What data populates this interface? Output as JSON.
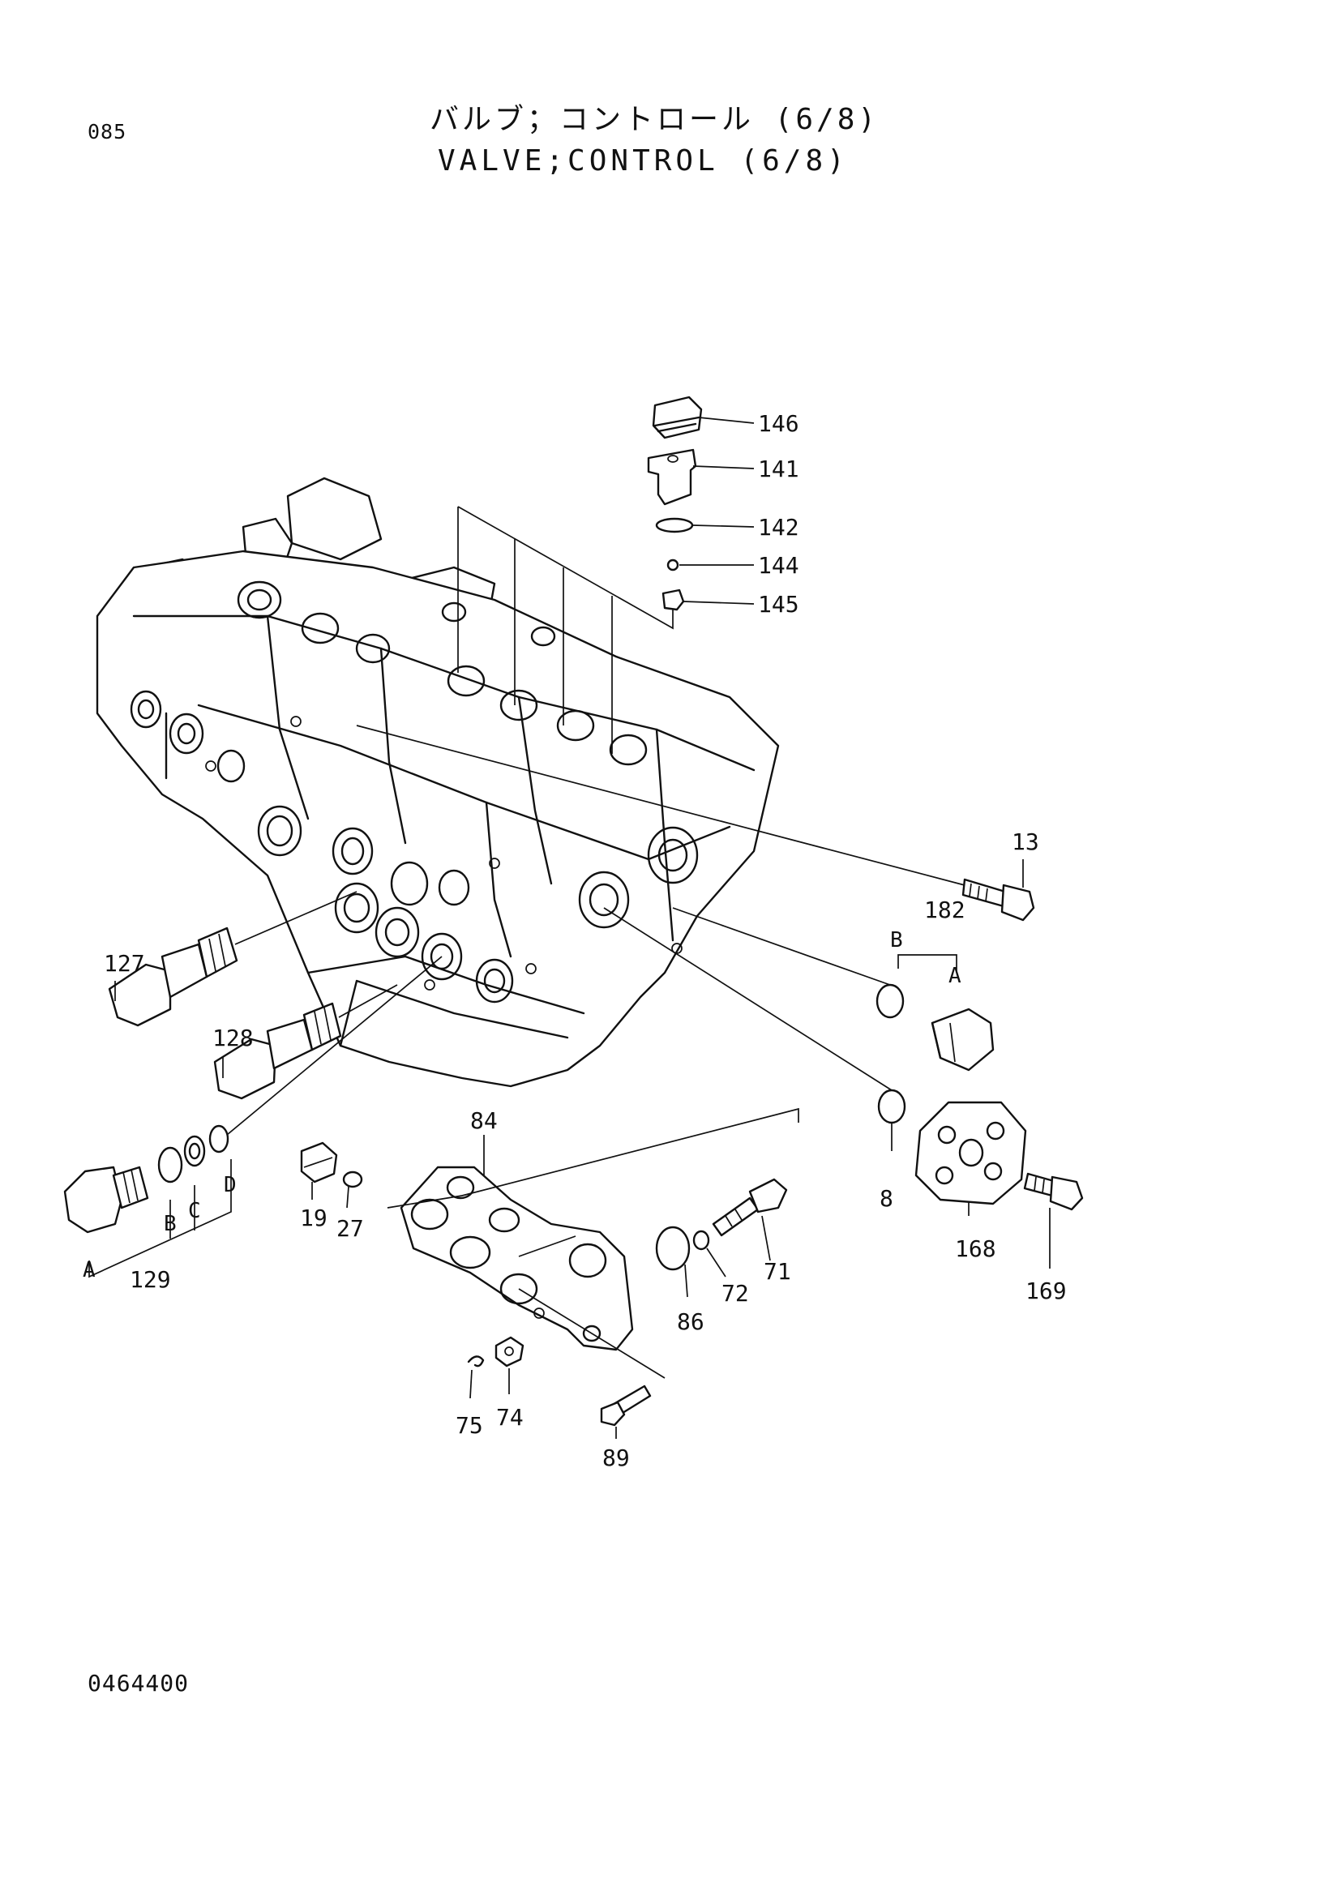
{
  "header": {
    "page_code": "085",
    "title_jp": "バルブ；コントロール (6/8)",
    "title_en": "VALVE;CONTROL (6/8)"
  },
  "footer": {
    "drawing_number": "0464400"
  },
  "callouts": {
    "p146": "146",
    "p141": "141",
    "p142": "142",
    "p144": "144",
    "p145": "145",
    "p13": "13",
    "p182": "182",
    "p127": "127",
    "p128": "128",
    "p84": "84",
    "p8": "8",
    "p168": "168",
    "p169": "169",
    "p19": "19",
    "p27": "27",
    "p129": "129",
    "p71": "71",
    "p72": "72",
    "p86": "86",
    "p74": "74",
    "p75": "75",
    "p89": "89"
  },
  "sub_labels": {
    "a182": "A",
    "b182": "B",
    "a129": "A",
    "b129": "B",
    "c129": "C",
    "d129": "D"
  }
}
